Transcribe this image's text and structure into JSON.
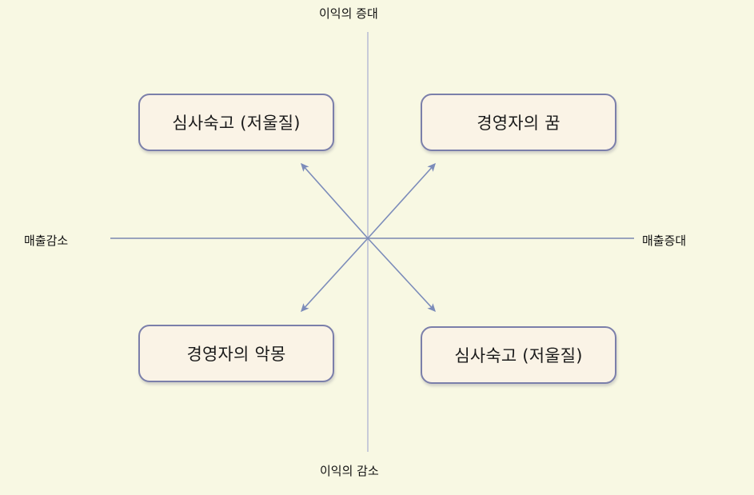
{
  "diagram": {
    "type": "quadrant-matrix",
    "background_color": "#f8f8e3",
    "box_fill_color": "#faf3e6",
    "box_border_color": "#7b7faa",
    "axis_color": "#9aa3bd",
    "arrow_color": "#7c8cba",
    "axes": {
      "vertical": {
        "top_label": "이익의 증대",
        "bottom_label": "이익의 감소"
      },
      "horizontal": {
        "left_label": "매출감소",
        "right_label": "매출증대"
      }
    },
    "quadrants": [
      {
        "position": "top-left",
        "label": "심사숙고 (저울질)",
        "meaning": "매출감소 / 이익의 증대"
      },
      {
        "position": "top-right",
        "label": "경영자의 꿈",
        "meaning": "매출증대 / 이익의 증대"
      },
      {
        "position": "bottom-left",
        "label": "경영자의 악몽",
        "meaning": "매출감소 / 이익의 감소"
      },
      {
        "position": "bottom-right",
        "label": "심사숙고 (저울질)",
        "meaning": "매출증대 / 이익의 감소"
      }
    ],
    "arrows": [
      {
        "name": "arrow-to-top-left",
        "direction": "up-left"
      },
      {
        "name": "arrow-to-top-right",
        "direction": "up-right"
      },
      {
        "name": "arrow-to-bottom-left",
        "direction": "down-left"
      },
      {
        "name": "arrow-to-bottom-right",
        "direction": "down-right"
      }
    ]
  }
}
